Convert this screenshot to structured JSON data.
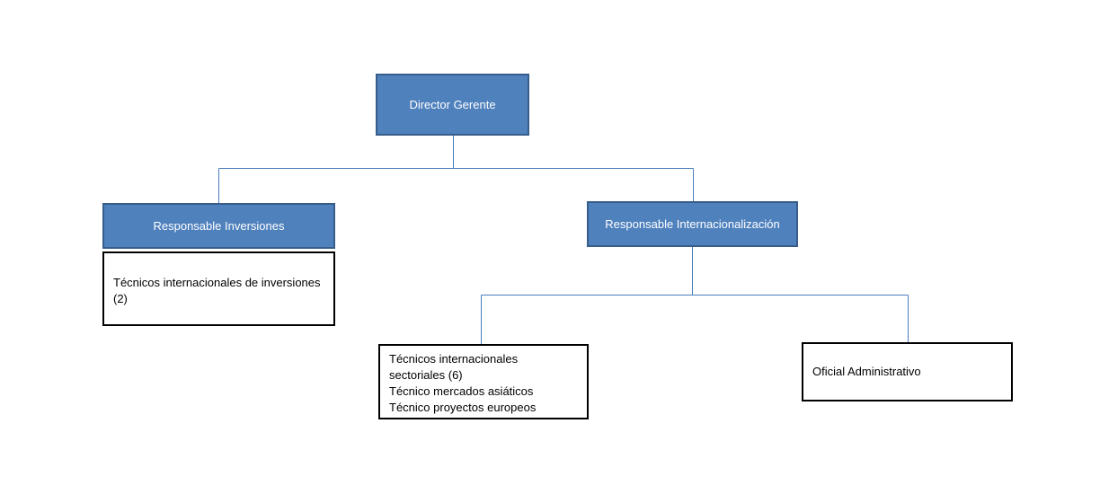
{
  "org_chart": {
    "director": {
      "label": "Director Gerente"
    },
    "responsable_inversiones": {
      "label": "Responsable Inversiones",
      "staff": {
        "lines": [
          "Técnicos internacionales de inversiones",
          "(2)"
        ]
      }
    },
    "responsable_internacionalizacion": {
      "label": "Responsable Internacionalización",
      "children": [
        {
          "lines": [
            "Técnicos internacionales",
            "sectoriales (6)",
            "Técnico mercados asiáticos",
            "Técnico proyectos europeos"
          ]
        },
        {
          "lines": [
            "Oficial Administrativo"
          ]
        }
      ]
    }
  },
  "colors": {
    "header_fill": "#4f81bd",
    "header_border": "#385d8a",
    "connector": "#4a7ebb",
    "box_border": "#000000"
  }
}
